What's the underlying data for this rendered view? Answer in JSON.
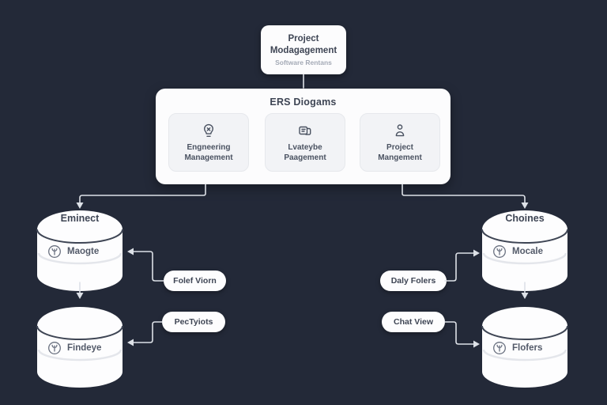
{
  "colors": {
    "background": "#232938",
    "node_fill": "#fcfcfd",
    "card_fill": "#f2f3f6",
    "line": "#dde1e7",
    "text_dark": "#3e4554",
    "text_muted": "#a4aab6"
  },
  "top_box": {
    "title_line1": "Project",
    "title_line2": "Modagagement",
    "subtitle": "Software Rentans"
  },
  "container": {
    "title": "ERS Diogams",
    "cards": [
      {
        "icon": "lightbulb-icon",
        "line1": "Engneering",
        "line2": "Management"
      },
      {
        "icon": "book-icon",
        "line1": "Lvateybe",
        "line2": "Paagement"
      },
      {
        "icon": "person-icon",
        "line1": "Project",
        "line2": "Mangement"
      }
    ]
  },
  "cylinders": [
    {
      "title": "Eminect",
      "row_label": "Maogte"
    },
    {
      "title": "",
      "row_label": "Findeye"
    },
    {
      "title": "Choines",
      "row_label": "Mocale"
    },
    {
      "title": "",
      "row_label": "Flofers"
    }
  ],
  "pills": [
    {
      "label": "Folef Viorn"
    },
    {
      "label": "PecTyiots"
    },
    {
      "label": "Daly Folers"
    },
    {
      "label": "Chat View"
    }
  ]
}
